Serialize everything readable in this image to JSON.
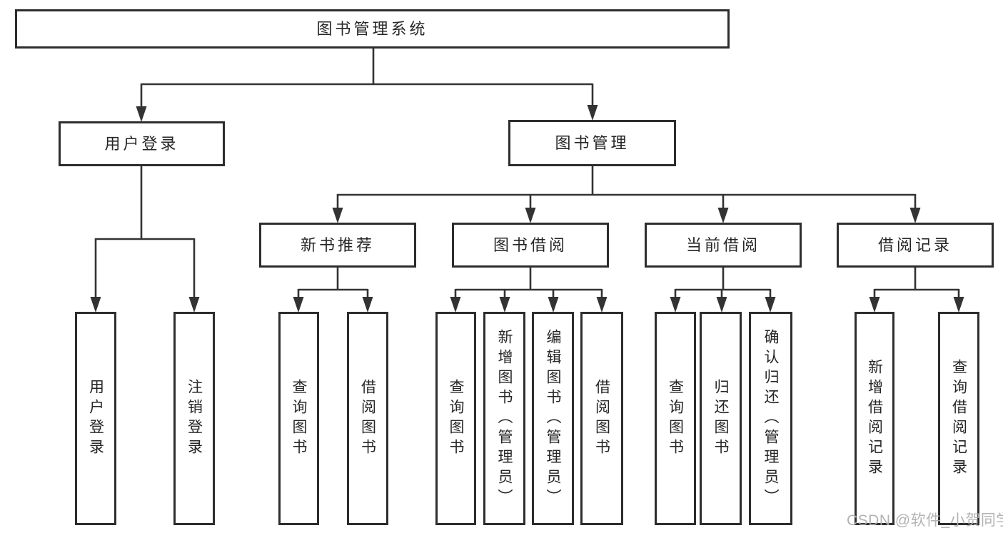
{
  "nodes": {
    "root": "图书管理系统",
    "l2_user": "用户登录",
    "l2_book": "图书管理",
    "l3_new_rec": "新书推荐",
    "l3_book_borrow": "图书借阅",
    "l3_current_borrow": "当前借阅",
    "l3_borrow_records": "借阅记录",
    "l4_user_login": "用户登录",
    "l4_user_logout": "注销登录",
    "l4_newrec_query": "查询图书",
    "l4_newrec_borrow": "借阅图书",
    "l4_borrow_query": "查询图书",
    "l4_borrow_add_admin": "新增图书（管理员）",
    "l4_borrow_edit_admin": "编辑图书（管理员）",
    "l4_borrow_borrow": "借阅图书",
    "l4_current_query": "查询图书",
    "l4_current_return": "归还图书",
    "l4_current_confirm_admin": "确认归还（管理员）",
    "l4_records_add": "新增借阅记录",
    "l4_records_query": "查询借阅记录"
  },
  "hierarchy": {
    "label": "图书管理系统",
    "children": [
      {
        "label": "用户登录",
        "children": [
          "用户登录",
          "注销登录"
        ]
      },
      {
        "label": "图书管理",
        "children": [
          {
            "label": "新书推荐",
            "children": [
              "查询图书",
              "借阅图书"
            ]
          },
          {
            "label": "图书借阅",
            "children": [
              "查询图书",
              "新增图书（管理员）",
              "编辑图书（管理员）",
              "借阅图书"
            ]
          },
          {
            "label": "当前借阅",
            "children": [
              "查询图书",
              "归还图书",
              "确认归还（管理员）"
            ]
          },
          {
            "label": "借阅记录",
            "children": [
              "新增借阅记录",
              "查询借阅记录"
            ]
          }
        ]
      }
    ]
  },
  "watermark": "CSDN @软件_小贺同学",
  "colors": {
    "line": "#333333",
    "box_border": "#2d2d2d",
    "text": "#262626",
    "watermark": "#afafaf",
    "background": "#ffffff"
  }
}
